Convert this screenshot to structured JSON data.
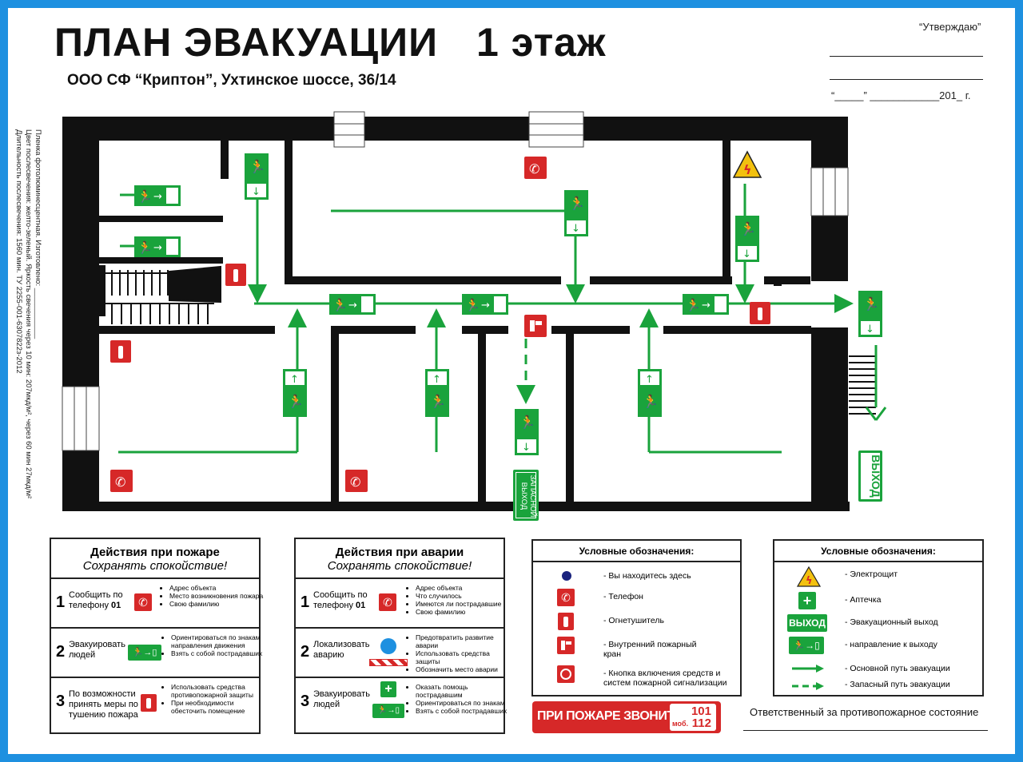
{
  "header": {
    "title": "ПЛАН ЭВАКУАЦИИ",
    "floor": "1 этаж",
    "subtitle": "ООО СФ “Криптон”, Ухтинское шоссе, 36/14",
    "approve": "“Утверждаю”",
    "date_line": "“_____” ____________201_ г."
  },
  "side_note": {
    "line1": "Пленка фотолюминесцентная. Изготовлено: ____________",
    "line2": "Цвет послесвечения: желто-зеленый. Яркость свечения через 10 мин: 207мкд/м², через 60 мин 27мкд/м²",
    "line3": "Длительность послесвечения: 1560 мин. ТУ 2255-001-6307822з-2012"
  },
  "plan": {
    "exit_label": "ВЫХОД",
    "reserve_exit_label": "ЗАПАСНОЙ ВЫХОД"
  },
  "fire_actions": {
    "title": "Действия при пожаре",
    "subtitle": "Сохранять спокойствие!",
    "steps": [
      {
        "num": "1",
        "text": "Сообщить по телефону",
        "phone": "01",
        "bullets": [
          "Адрес объекта",
          "Место возникновения пожара",
          "Свою фамилию"
        ]
      },
      {
        "num": "2",
        "text": "Эвакуировать людей",
        "bullets": [
          "Ориентироваться по знакам направления движения",
          "Взять с собой пострадавших"
        ]
      },
      {
        "num": "3",
        "text": "По возможности принять меры по тушению пожара",
        "bullets": [
          "Использовать средства противопожарной защиты",
          "При необходимости обесточить помещение"
        ]
      }
    ]
  },
  "accident_actions": {
    "title": "Действия при аварии",
    "subtitle": "Сохранять спокойствие!",
    "steps": [
      {
        "num": "1",
        "text": "Сообщить по телефону",
        "phone": "01",
        "bullets": [
          "Адрес объекта",
          "Что случилось",
          "Имеются ли пострадавшие",
          "Свою фамилию"
        ]
      },
      {
        "num": "2",
        "text": "Локализовать аварию",
        "bullets": [
          "Предотвратить развитие аварии",
          "Использовать средства защиты",
          "Обозначить место аварии"
        ]
      },
      {
        "num": "3",
        "text": "Эвакуировать людей",
        "bullets": [
          "Оказать помощь пострадавшим",
          "Ориентироваться по знакам",
          "Взять с собой пострадавших"
        ]
      }
    ]
  },
  "legend1": {
    "title": "Условные обозначения:",
    "items": [
      "- Вы находитесь здесь",
      "- Телефон",
      "- Огнетушитель",
      "- Внутренний пожарный кран",
      "- Кнопка включения средств и систем пожарной сигнализации"
    ]
  },
  "legend2": {
    "title": "Условные обозначения:",
    "items": [
      "- Электрощит",
      "- Аптечка",
      "- Эвакуационный выход",
      "- направление к выходу",
      "- Основной путь эвакуации",
      "- Запасный путь эвакуации"
    ],
    "exit_word": "ВЫХОД"
  },
  "call": {
    "text": "ПРИ ПОЖАРЕ ЗВОНИТЬ",
    "num1": "101",
    "num2_prefix": "моб.",
    "num2": "112"
  },
  "responsible": "Ответственный за противопожарное состояние",
  "colors": {
    "frame": "#1e90e0",
    "wall": "#111111",
    "green": "#1aa33c",
    "red": "#d62828"
  }
}
